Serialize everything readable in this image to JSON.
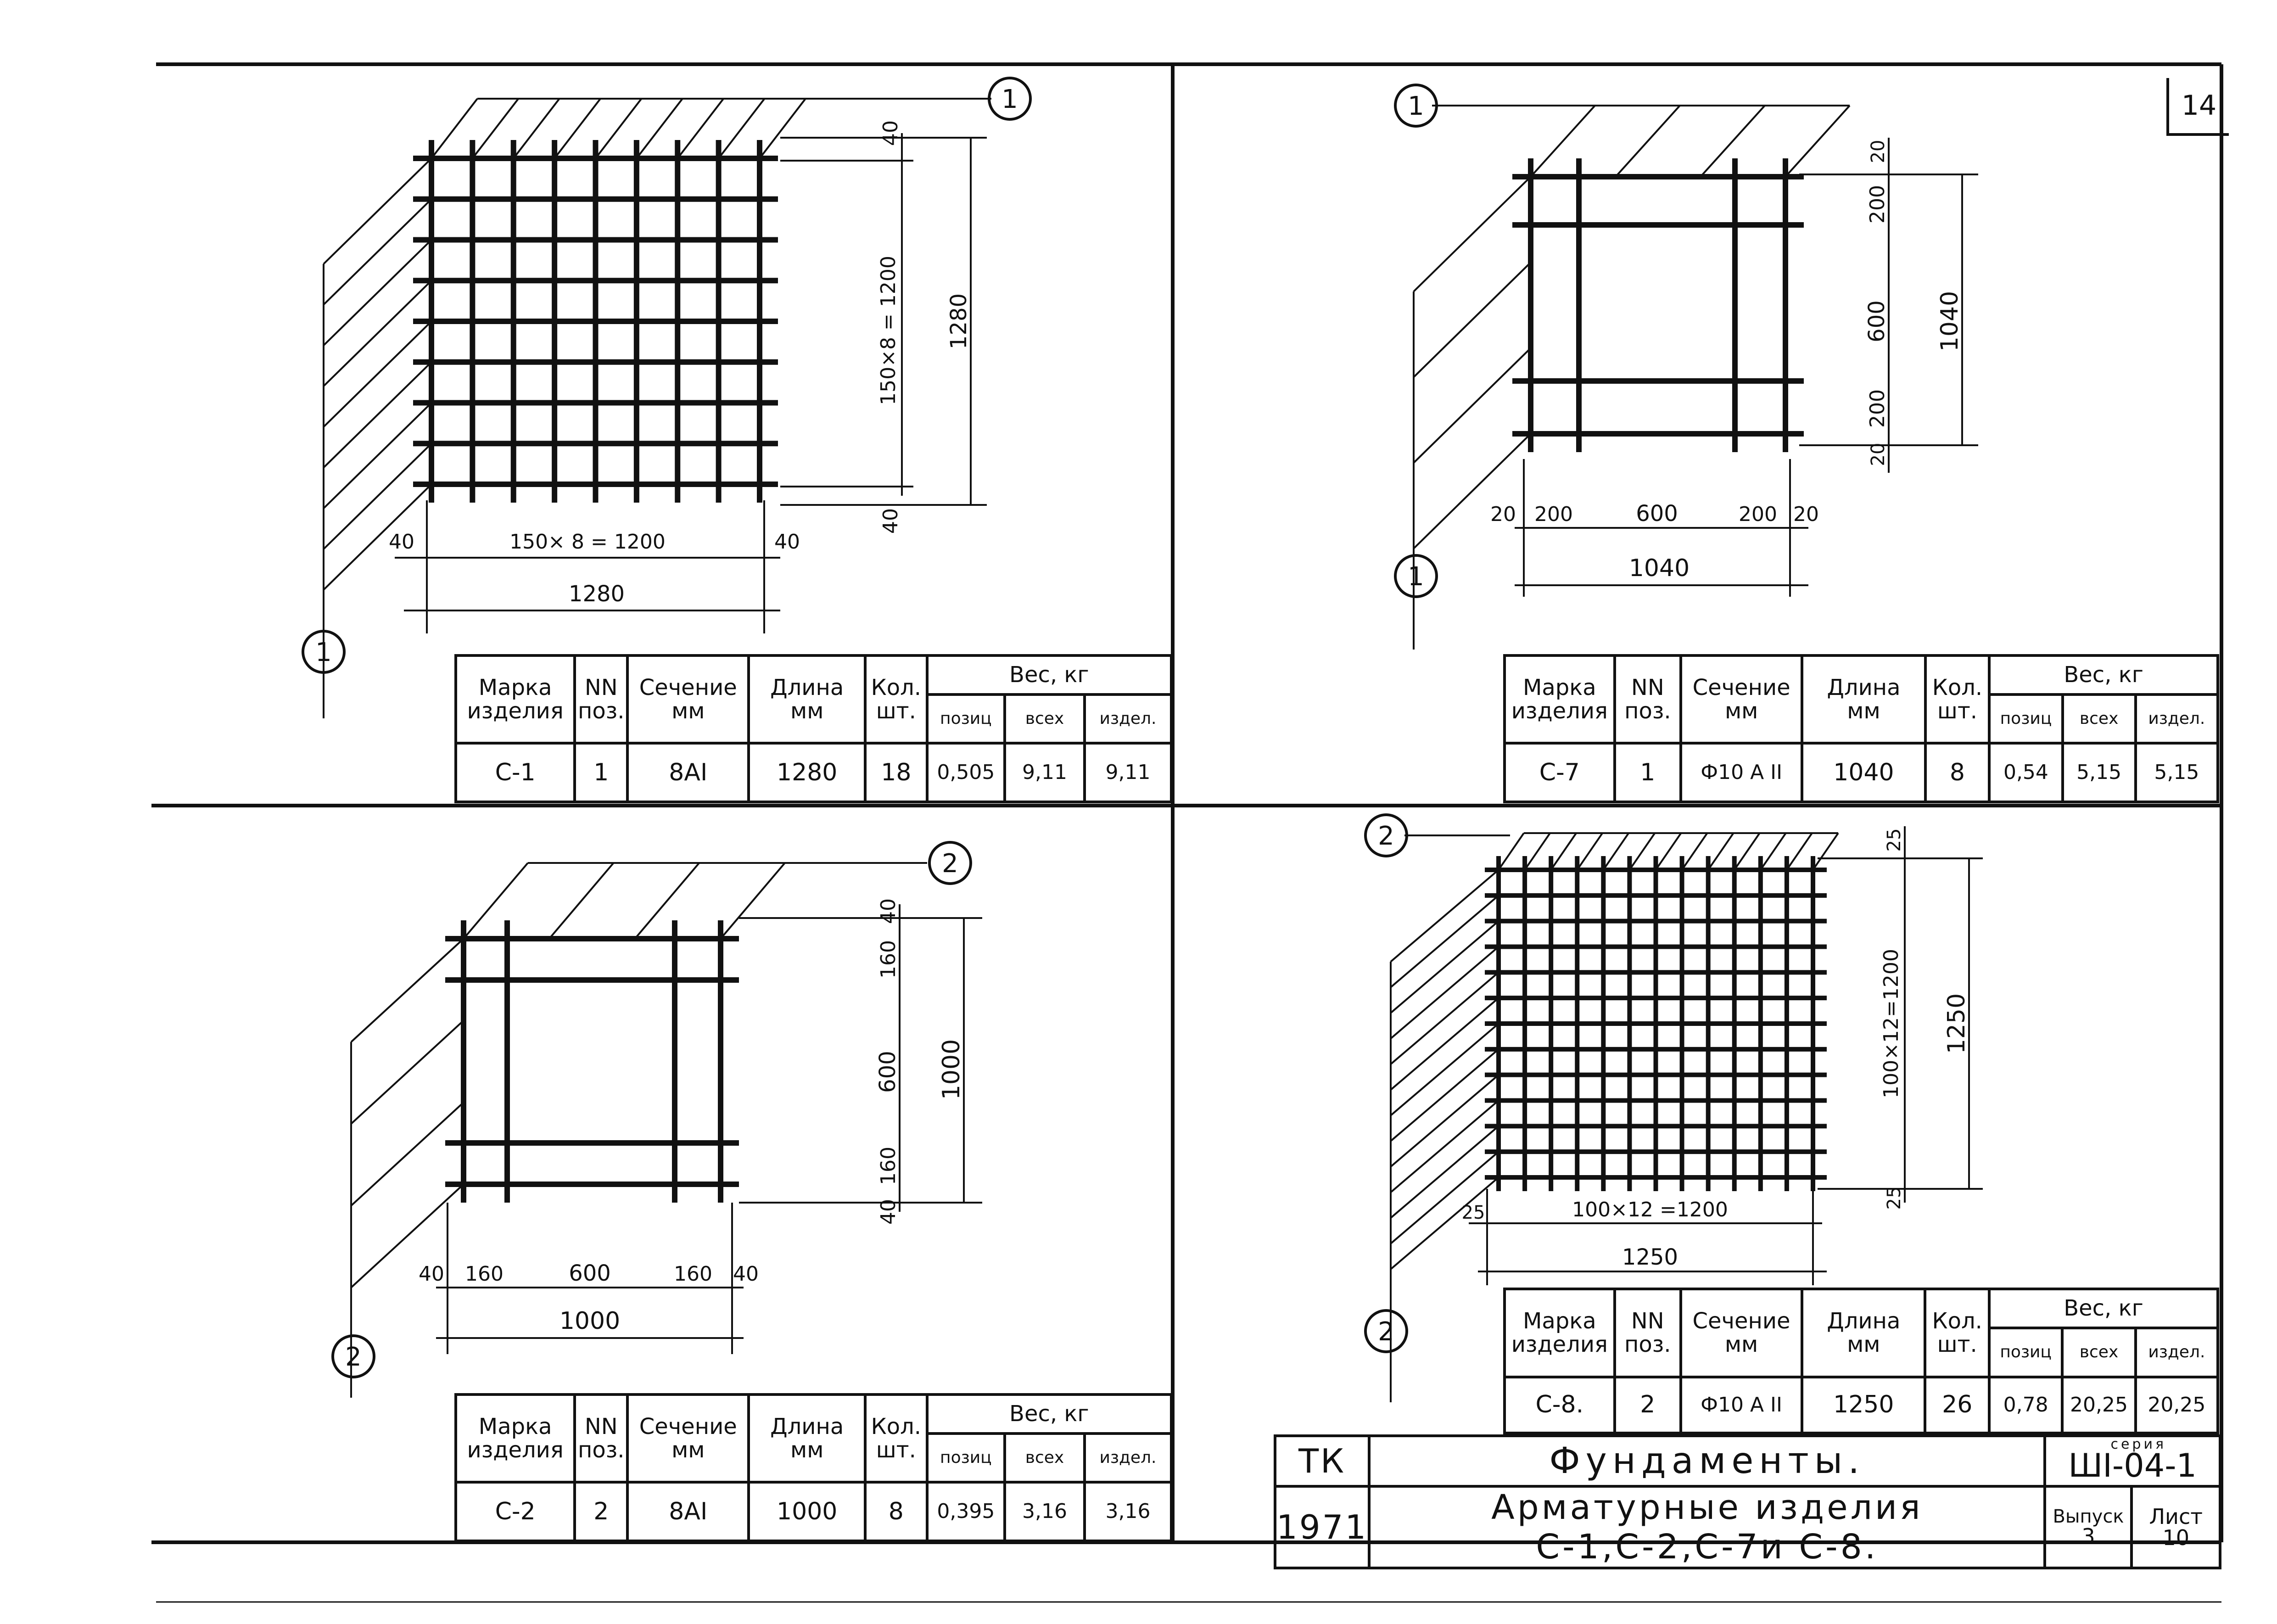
{
  "page": {
    "number": "14"
  },
  "c1": {
    "pos": "1",
    "dim_top": "40",
    "dim_pitch_v": "150×8 = 1200",
    "dim_total_v": "1280",
    "dim_bottom": "40",
    "dim_left": "40",
    "dim_pitch_h": "150× 8 = 1200",
    "dim_right": "40",
    "dim_total_h": "1280"
  },
  "c7": {
    "pos": "1",
    "dim_v": [
      "20",
      "200",
      "600",
      "200",
      "20"
    ],
    "dim_total_v": "1040",
    "dim_h": [
      "20",
      "200",
      "600",
      "200",
      "20"
    ],
    "dim_total_h": "1040"
  },
  "c2": {
    "pos": "2",
    "dim_v": [
      "40",
      "160",
      "600",
      "160",
      "40"
    ],
    "dim_total_v": "1000",
    "dim_h": [
      "40",
      "160",
      "600",
      "160",
      "40"
    ],
    "dim_total_h": "1000"
  },
  "c8": {
    "pos": "2",
    "dim_top": "25",
    "dim_pitch_v": "100×12=1200",
    "dim_total_v": "1250",
    "dim_bottom": "25",
    "dim_left": "25",
    "dim_pitch_h": "100×12 =1200",
    "dim_total_h": "1250"
  },
  "spec_header": {
    "mark_1": "Марка",
    "mark_2": "изделия",
    "nn_1": "NN",
    "nn_2": "поз.",
    "sec_1": "Сечение",
    "sec_2": "мм",
    "len_1": "Длина",
    "len_2": "мм",
    "qty_1": "Кол.",
    "qty_2": "шт.",
    "weight": "Вес, кг",
    "w_pos": "позиц",
    "w_all": "всех",
    "w_item": "издел."
  },
  "spec_c1": {
    "mark": "С-1",
    "pos": "1",
    "section": "8АI",
    "length": "1280",
    "qty": "18",
    "w_pos": "0,505",
    "w_all": "9,11",
    "w_item": "9,11"
  },
  "spec_c7": {
    "mark": "С-7",
    "pos": "1",
    "section": "Ф10 А II",
    "length": "1040",
    "qty": "8",
    "w_pos": "0,54",
    "w_all": "5,15",
    "w_item": "5,15"
  },
  "spec_c2": {
    "mark": "С-2",
    "pos": "2",
    "section": "8АI",
    "length": "1000",
    "qty": "8",
    "w_pos": "0,395",
    "w_all": "3,16",
    "w_item": "3,16"
  },
  "spec_c8": {
    "mark": "С-8.",
    "pos": "2",
    "section": "Ф10 А II",
    "length": "1250",
    "qty": "26",
    "w_pos": "0,78",
    "w_all": "20,25",
    "w_item": "20,25"
  },
  "title_block": {
    "code": "ТК",
    "year": "1971",
    "name": "Фундаменты.",
    "subtitle": "Арматурные изделия С-1,С-2,С-7и С-8.",
    "series_label": "серия",
    "series": "ШI-04-1",
    "issue_label": "Выпуск",
    "issue": "3",
    "sheet_label": "Лист",
    "sheet": "10"
  }
}
